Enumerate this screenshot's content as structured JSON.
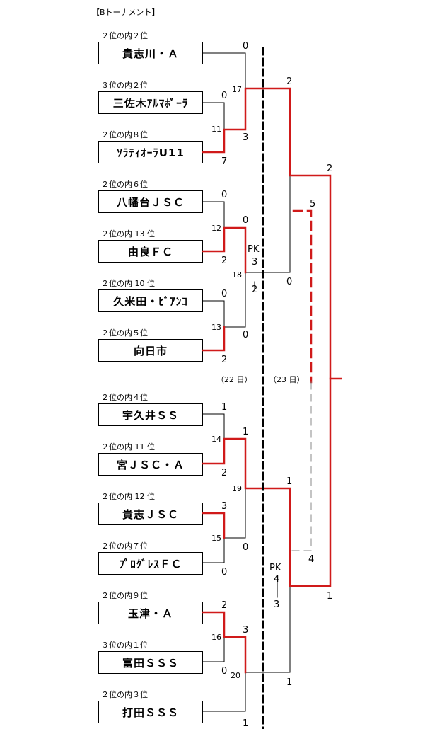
{
  "title": "【Bトーナメント】",
  "entries": [
    {
      "seed": "２位の内２位",
      "team": "貴志川・Ａ"
    },
    {
      "seed": "３位の内２位",
      "team": "三佐木ｱﾙﾏﾎﾞｰﾗ"
    },
    {
      "seed": "２位の内８位",
      "team": "ｿﾗﾃｨｵｰﾗU11"
    },
    {
      "seed": "２位の内６位",
      "team": "八幡台ＪＳＣ"
    },
    {
      "seed": "２位の内 13 位",
      "team": "由良ＦＣ"
    },
    {
      "seed": "２位の内 10 位",
      "team": "久米田・ﾋﾞｱﾝｺ"
    },
    {
      "seed": "２位の内５位",
      "team": "向日市"
    },
    {
      "seed": "２位の内４位",
      "team": "宇久井ＳＳ"
    },
    {
      "seed": "２位の内 11 位",
      "team": "宮ＪＳＣ・Ａ"
    },
    {
      "seed": "２位の内 12 位",
      "team": "貴志ＪＳＣ"
    },
    {
      "seed": "２位の内７位",
      "team": "ﾌﾟﾛｸﾞﾚｽＦＣ"
    },
    {
      "seed": "２位の内９位",
      "team": "玉津・Ａ"
    },
    {
      "seed": "３位の内１位",
      "team": "富田ＳＳＳ"
    },
    {
      "seed": "２位の内３位",
      "team": "打田ＳＳＳ"
    }
  ],
  "match_numbers": {
    "m11": "11",
    "m12": "12",
    "m13": "13",
    "m14": "14",
    "m15": "15",
    "m16": "16",
    "m17": "17",
    "m18": "18",
    "m19": "19",
    "m20": "20"
  },
  "scores": {
    "kishigawa": "0",
    "sanmiki": "0",
    "sorateora": "7",
    "hachimandai": "0",
    "yura": "2",
    "kumeda": "0",
    "mukou": "2",
    "ukui": "1",
    "miya": "2",
    "kishi_jsc": "3",
    "progress": "0",
    "tamatsu": "2",
    "tonda": "0",
    "uchita": "1",
    "m11_winner": "3",
    "m12_winner": "0",
    "m13_winner": "0",
    "m14_winner": "1",
    "m15_winner": "0",
    "m16_winner": "3",
    "m17_kishigawa": "2",
    "m18_pk_a": "3",
    "m18_pk_b": "2",
    "m18_loser": "0",
    "m19_winner": "1",
    "m20_loser": "1",
    "m20_pk_a": "4",
    "m20_pk_b": "3",
    "semi_top": "2",
    "semi_bottom": "1",
    "third_top": "5",
    "third_bottom": "4"
  },
  "pk_label": "PK",
  "day_labels": {
    "day22": "（22 日）",
    "day23": "（23 日）"
  },
  "colors": {
    "win_line": "#d01a1a",
    "line": "#000000",
    "third_place_line": "#888888"
  }
}
